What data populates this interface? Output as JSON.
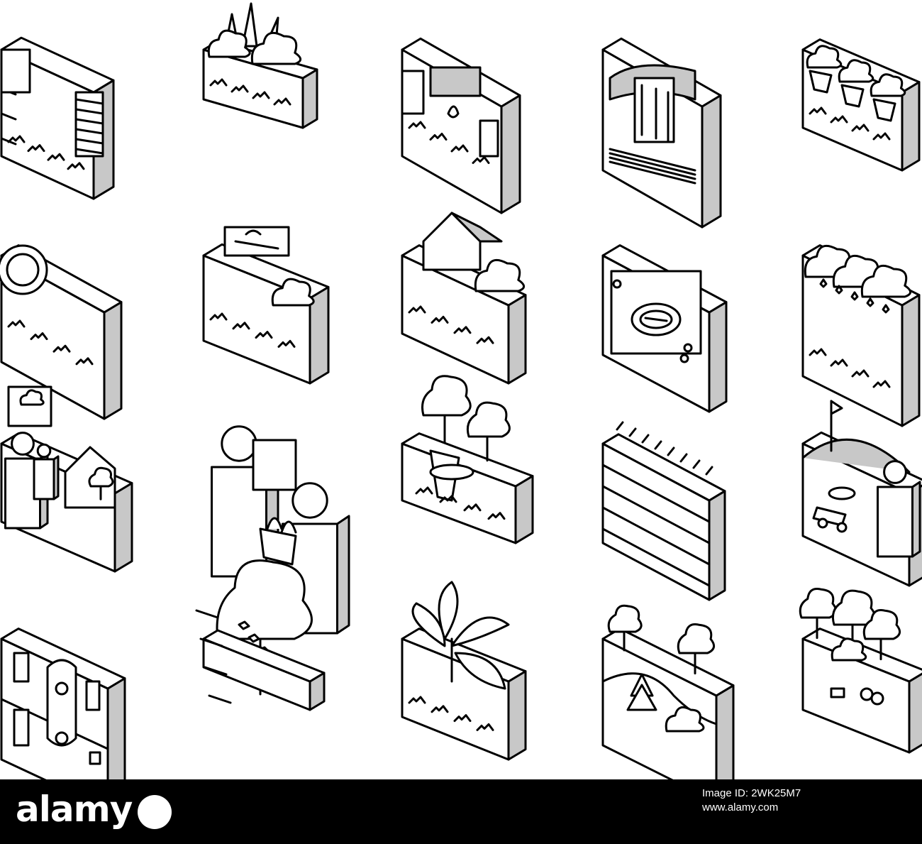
{
  "icon_set": {
    "stroke_color": "#000000",
    "face_color": "#ffffff",
    "side_color": "#c8c8c8",
    "icons": [
      {
        "name": "brick-fence-icon"
      },
      {
        "name": "flower-bed-icon"
      },
      {
        "name": "garden-wall-icon"
      },
      {
        "name": "waterfall-icon"
      },
      {
        "name": "bush-planters-icon"
      },
      {
        "name": "round-lamp-lawn-icon"
      },
      {
        "name": "garden-sign-icon"
      },
      {
        "name": "house-garden-icon"
      },
      {
        "name": "pond-plan-icon"
      },
      {
        "name": "flowering-hedge-icon"
      },
      {
        "name": "consultant-house-icon"
      },
      {
        "name": "landscapers-talking-icon"
      },
      {
        "name": "planted-trees-icon"
      },
      {
        "name": "grass-lawn-icon"
      },
      {
        "name": "lawn-mower-worker-icon"
      },
      {
        "name": "garden-plan-icon"
      },
      {
        "name": "windy-tree-icon"
      },
      {
        "name": "palm-plant-icon"
      },
      {
        "name": "hill-landscape-icon"
      },
      {
        "name": "park-trees-icon"
      }
    ]
  },
  "footer": {
    "brand": "alamy",
    "image_id_label": "Image ID: 2WK25M7",
    "site": "www.alamy.com"
  }
}
